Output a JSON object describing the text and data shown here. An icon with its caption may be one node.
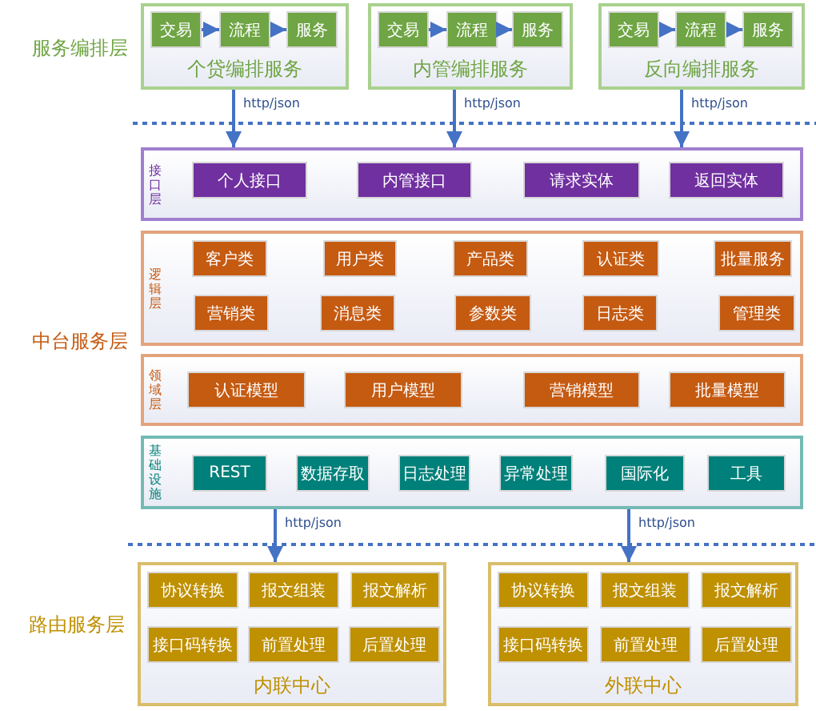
{
  "diagram": {
    "nodes": [
      {
        "text": [
          "个贷编排服务"
        ]
      },
      {
        "text": [
          "交易"
        ],
        "in": 0
      },
      {
        "text": [
          "流程"
        ],
        "in": 0
      },
      {
        "text": [
          "服务"
        ],
        "in": 0
      },
      {
        "text": [
          "内管编排服务"
        ]
      },
      {
        "text": [
          "交易"
        ],
        "in": 4
      },
      {
        "text": [
          "流程"
        ],
        "in": 4
      },
      {
        "text": [
          "服务"
        ],
        "in": 4
      },
      {
        "text": [
          "反向编排服务"
        ]
      },
      {
        "text": [
          "交易"
        ],
        "in": 8
      },
      {
        "text": [
          "流程"
        ],
        "in": 8
      },
      {
        "text": [
          "服务"
        ],
        "in": 8
      },
      {
        "text": [
          "接口层"
        ]
      },
      {
        "text": [
          "个人接口"
        ],
        "in": 12
      },
      {
        "text": [
          "内管接口"
        ],
        "in": 12
      },
      {
        "text": [
          "请求实体"
        ],
        "in": 12
      },
      {
        "text": [
          "返回实体"
        ],
        "in": 12
      },
      {
        "text": [
          "逻辑层"
        ]
      },
      {
        "text": [
          "客户类"
        ],
        "in": 17
      },
      {
        "text": [
          "用户类"
        ],
        "in": 17
      },
      {
        "text": [
          "产品类"
        ],
        "in": 17
      },
      {
        "text": [
          "认证类"
        ],
        "in": 17
      },
      {
        "text": [
          "批量服务"
        ],
        "in": 17
      },
      {
        "text": [
          "营销类"
        ],
        "in": 17
      },
      {
        "text": [
          "消息类"
        ],
        "in": 17
      },
      {
        "text": [
          "参数类"
        ],
        "in": 17
      },
      {
        "text": [
          "日志类"
        ],
        "in": 17
      },
      {
        "text": [
          "管理类"
        ],
        "in": 17
      },
      {
        "text": [
          "领域层"
        ]
      },
      {
        "text": [
          "认证模型"
        ],
        "in": 28
      },
      {
        "text": [
          "用户模型"
        ],
        "in": 28
      },
      {
        "text": [
          "营销模型"
        ],
        "in": 28
      },
      {
        "text": [
          "批量模型"
        ],
        "in": 28
      },
      {
        "text": [
          "基础设施"
        ]
      },
      {
        "text": [
          "REST"
        ],
        "in": 33
      },
      {
        "text": [
          "数据存取"
        ],
        "in": 33
      },
      {
        "text": [
          "日志处理"
        ],
        "in": 33
      },
      {
        "text": [
          "异常处理"
        ],
        "in": 33
      },
      {
        "text": [
          "国际化"
        ],
        "in": 33
      },
      {
        "text": [
          "工具"
        ],
        "in": 33
      },
      {
        "text": [
          "内联中心"
        ]
      },
      {
        "text": [
          "协议转换"
        ],
        "in": 40
      },
      {
        "text": [
          "报文组装"
        ],
        "in": 40
      },
      {
        "text": [
          "报文解析"
        ],
        "in": 40
      },
      {
        "text": [
          "接口码转换"
        ],
        "in": 40
      },
      {
        "text": [
          "前置处理"
        ],
        "in": 40
      },
      {
        "text": [
          "后置处理"
        ],
        "in": 40
      },
      {
        "text": [
          "外联中心"
        ]
      },
      {
        "text": [
          "协议转换"
        ],
        "in": 47
      },
      {
        "text": [
          "报文组装"
        ],
        "in": 47
      },
      {
        "text": [
          "报文解析"
        ],
        "in": 47
      },
      {
        "text": [
          "接口码转换"
        ],
        "in": 47
      },
      {
        "text": [
          "前置处理"
        ],
        "in": 47
      },
      {
        "text": [
          "后置处理"
        ],
        "in": 47
      }
    ],
    "edges": [
      {
        "from": 1,
        "to": 2,
        "arrow": "to"
      },
      {
        "from": 2,
        "to": 3,
        "arrow": "to"
      },
      {
        "from": 5,
        "to": 6,
        "arrow": "to"
      },
      {
        "from": 6,
        "to": 7,
        "arrow": "to"
      },
      {
        "from": 9,
        "to": 10,
        "arrow": "to"
      },
      {
        "from": 10,
        "to": 11,
        "arrow": "to"
      },
      {
        "from": 0,
        "to": 12,
        "arrow": "to",
        "label": "http/json"
      },
      {
        "from": 4,
        "to": 12,
        "arrow": "to",
        "label": "http/json"
      },
      {
        "from": 8,
        "to": 12,
        "arrow": "to",
        "label": "http/json"
      },
      {
        "from": 33,
        "to": 40,
        "arrow": "to",
        "label": "http/json"
      },
      {
        "from": 33,
        "to": 47,
        "arrow": "to",
        "label": "http/json"
      }
    ],
    "labels": [
      "服务编排层",
      "中台服务层",
      "路由服务层"
    ]
  }
}
